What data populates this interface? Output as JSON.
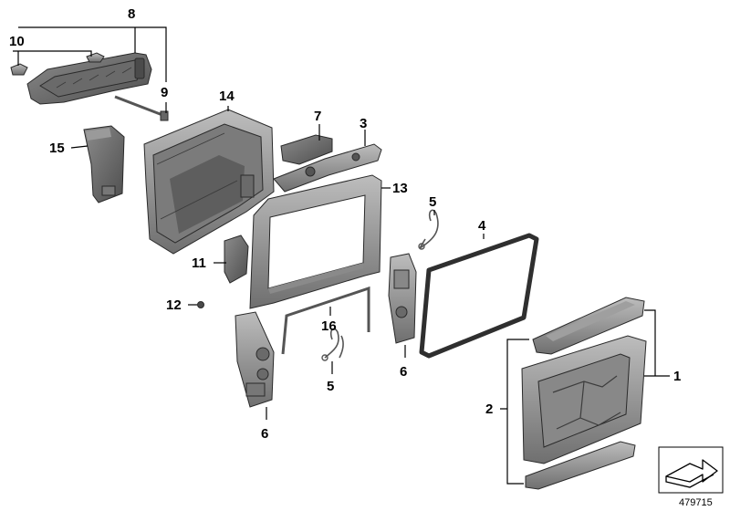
{
  "diagram": {
    "callouts": [
      {
        "id": "c1",
        "number": "1"
      },
      {
        "id": "c2",
        "number": "2"
      },
      {
        "id": "c3",
        "number": "3"
      },
      {
        "id": "c4",
        "number": "4"
      },
      {
        "id": "c5a",
        "number": "5"
      },
      {
        "id": "c5b",
        "number": "5"
      },
      {
        "id": "c6a",
        "number": "6"
      },
      {
        "id": "c6b",
        "number": "6"
      },
      {
        "id": "c7",
        "number": "7"
      },
      {
        "id": "c8",
        "number": "8"
      },
      {
        "id": "c9",
        "number": "9"
      },
      {
        "id": "c10",
        "number": "10"
      },
      {
        "id": "c11",
        "number": "11"
      },
      {
        "id": "c12",
        "number": "12"
      },
      {
        "id": "c13",
        "number": "13"
      },
      {
        "id": "c14",
        "number": "14"
      },
      {
        "id": "c15",
        "number": "15"
      },
      {
        "id": "c16",
        "number": "16"
      }
    ],
    "reference_number": "479715",
    "colors": {
      "part_dark": "#5a5a5a",
      "part_mid": "#8a8a8a",
      "part_light": "#b5b5b5",
      "outline": "#2a2a2a",
      "background": "#ffffff"
    },
    "icons": {
      "orientation": "direction-arrow-icon"
    }
  }
}
